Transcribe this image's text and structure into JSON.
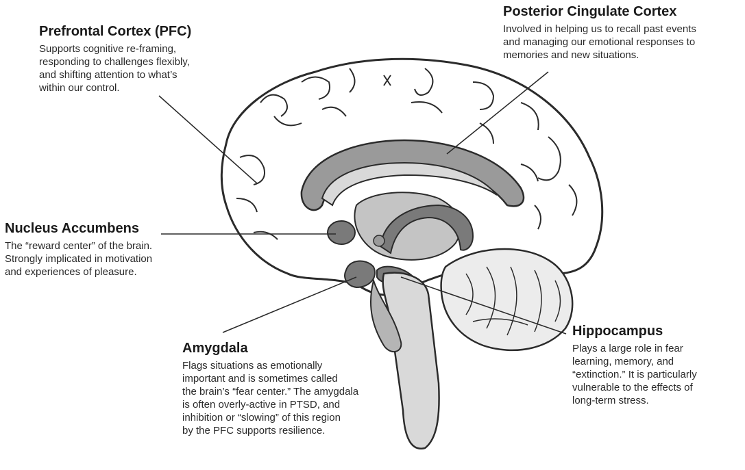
{
  "labels": {
    "pfc": {
      "title": "Prefrontal Cortex (PFC)",
      "lines": [
        "Supports cognitive re-framing,",
        "responding to challenges flexibly,",
        "and shifting attention to what’s",
        "within our control."
      ]
    },
    "pcc": {
      "title": "Posterior Cingulate Cortex",
      "lines": [
        "Involved in helping us to recall past events",
        "and managing our emotional responses to",
        "memories and new situations."
      ]
    },
    "nac": {
      "title": "Nucleus Accumbens",
      "lines": [
        "The “reward center” of the brain.",
        "Strongly implicated in motivation",
        "and experiences of pleasure."
      ]
    },
    "amy": {
      "title": "Amygdala",
      "lines": [
        "Flags situations as emotionally",
        "important and is sometimes called",
        "the brain’s “fear center.” The amygdala",
        "is often overly-active in PTSD, and",
        "inhibition or “slowing” of this region",
        "by the PFC supports resilience."
      ]
    },
    "hip": {
      "title": "Hippocampus",
      "lines": [
        "Plays a large role in fear",
        "learning, memory, and",
        "“extinction.” It is particularly",
        "vulnerable to the effects of",
        "long-term stress."
      ]
    }
  },
  "colors": {
    "outline": "#2b2b2b",
    "region_dark": "#7a7a7a",
    "region_mid": "#b5b5b5",
    "region_light": "#d9d9d9",
    "background": "#ffffff"
  }
}
